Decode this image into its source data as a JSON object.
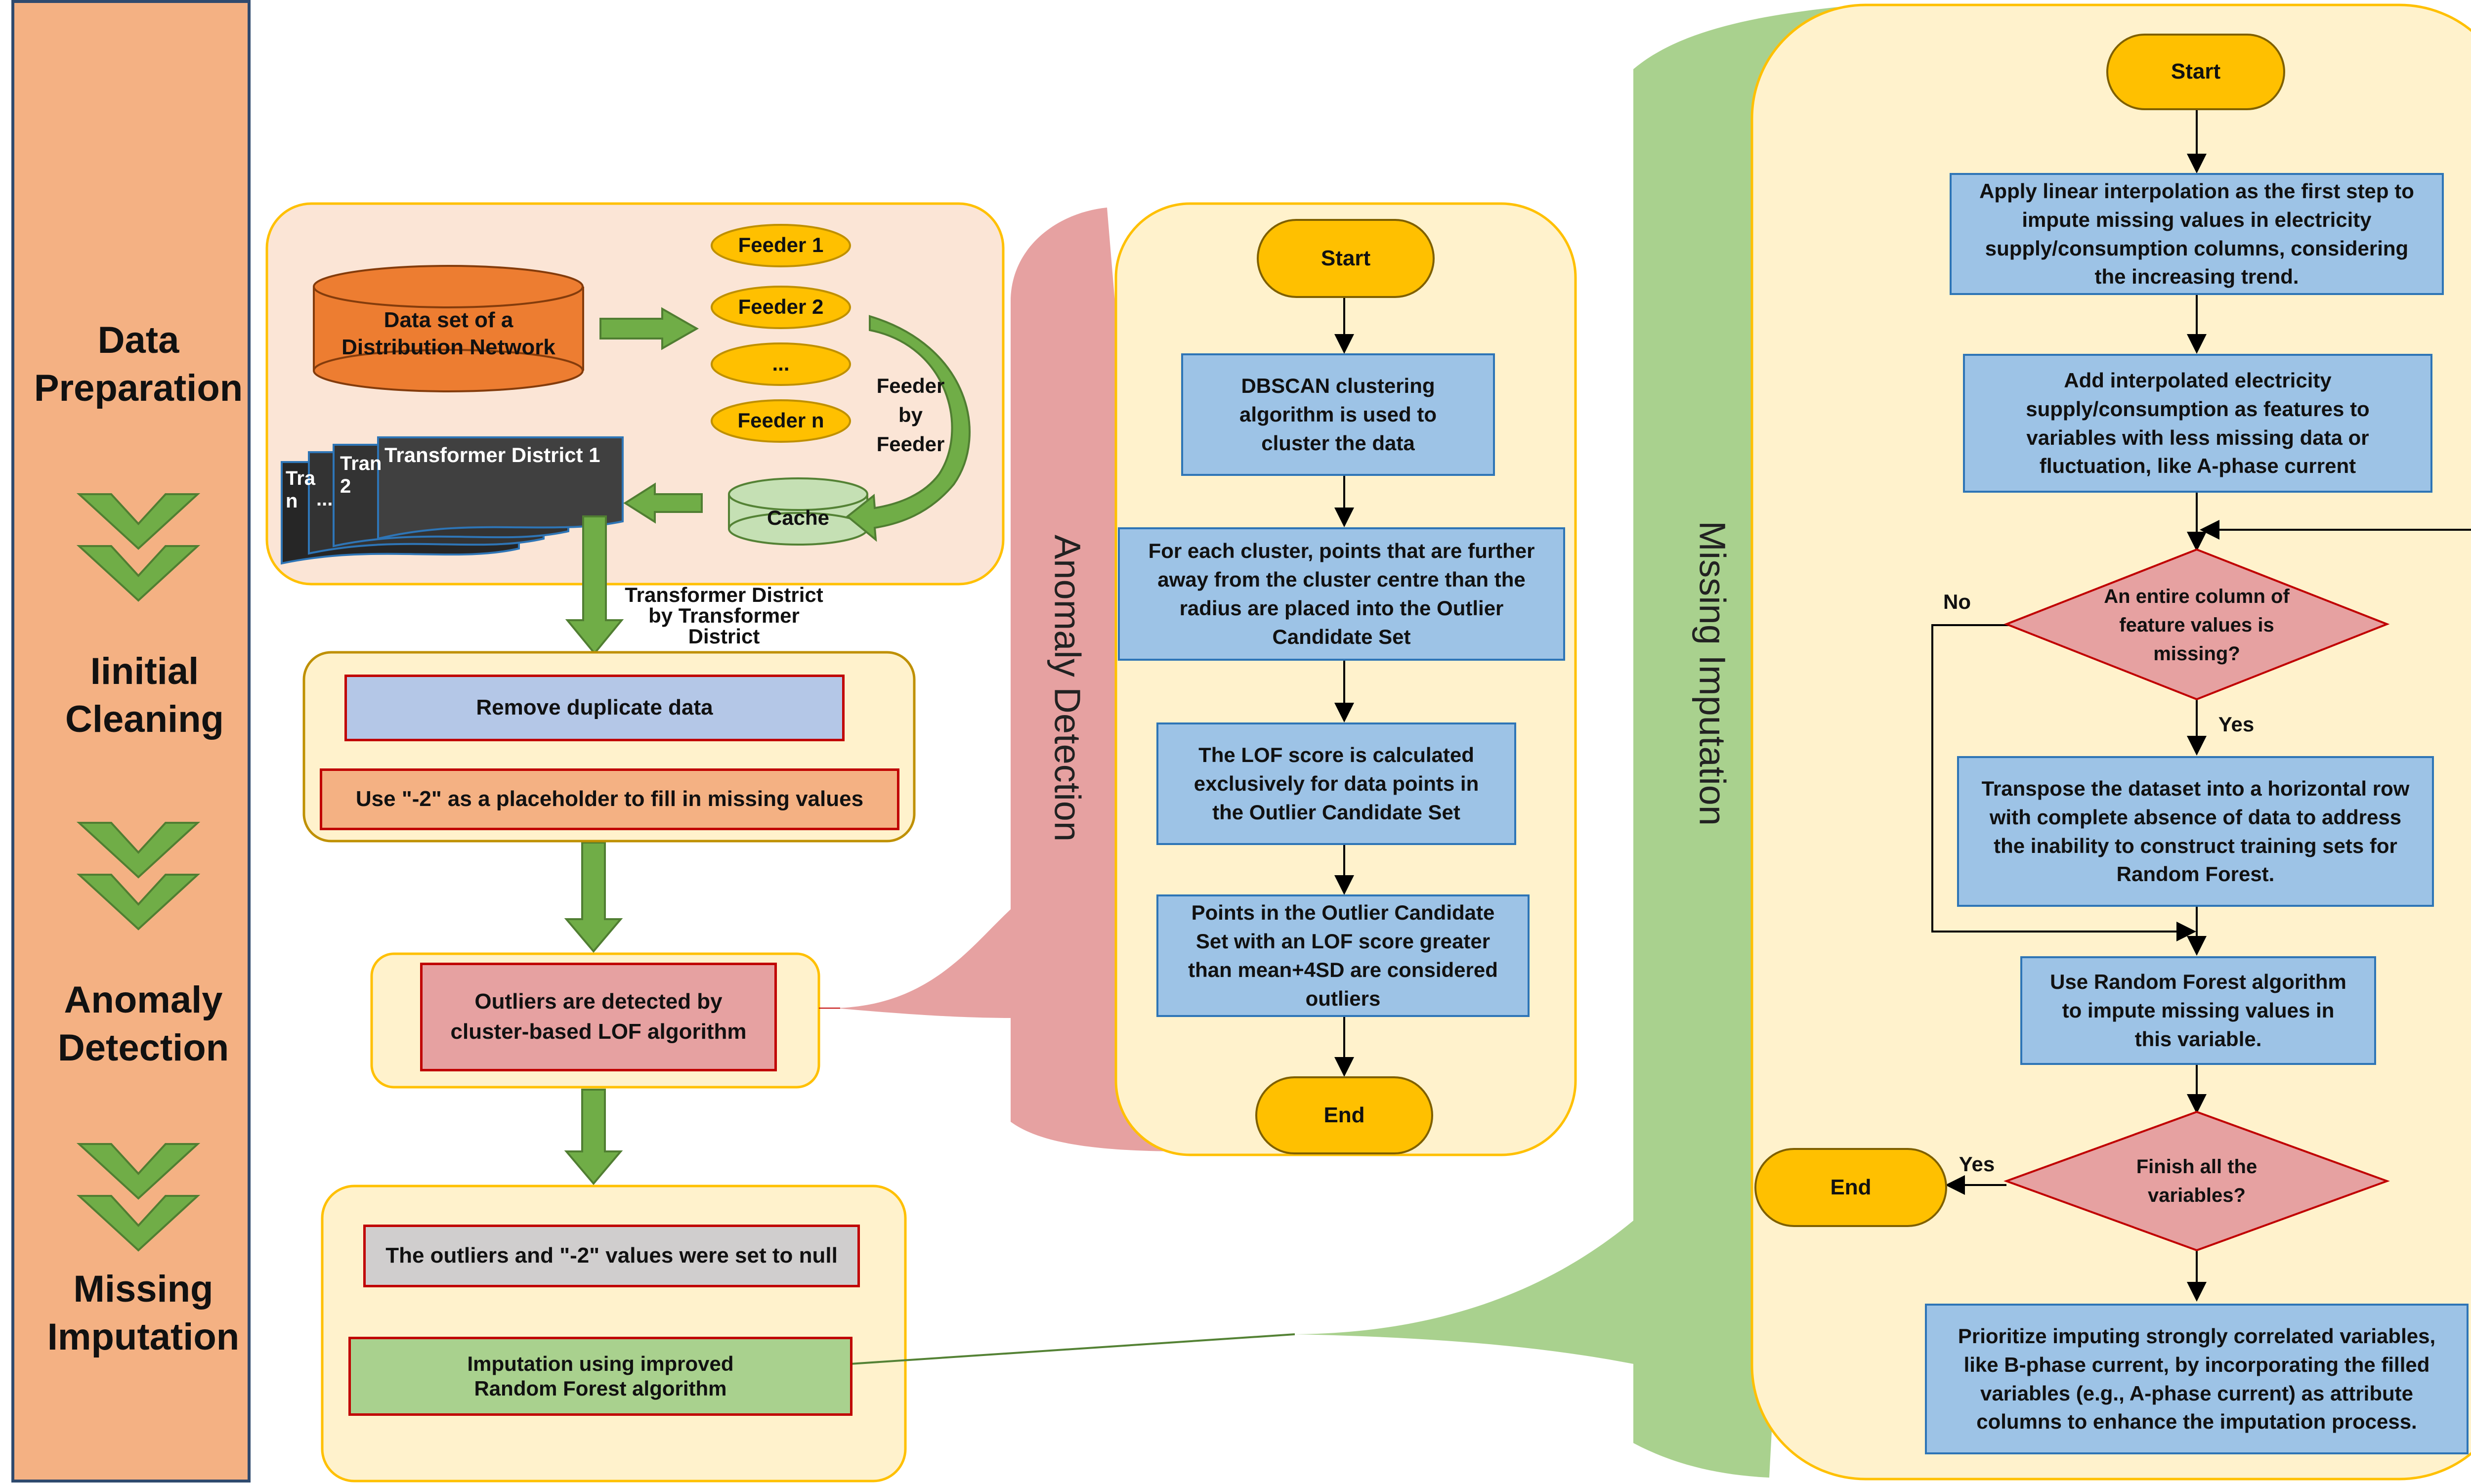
{
  "stages": {
    "data_preparation": "Data Preparation",
    "initial_cleaning": "Iinitial Cleaning",
    "anomaly_detection": "Anomaly Detection",
    "missing_imputation": "Missing Imputation"
  },
  "data_prep": {
    "dataset": "Data set of a Distribution Network",
    "feeders": [
      "Feeder 1",
      "Feeder 2",
      "...",
      "Feeder n"
    ],
    "feeder_by_feeder": "Feeder by Feeder",
    "cache": "Cache",
    "district_main": "Transformer District 1",
    "district_2": "Tran 2",
    "district_dots": "...",
    "district_n": "Tra n",
    "by_district": "Transformer District by Transformer District"
  },
  "cleaning": {
    "remove_duplicates": "Remove duplicate data",
    "placeholder": "Use \"-2\" as a placeholder to fill in missing values"
  },
  "anomaly": {
    "outliers": "Outliers are detected by cluster-based LOF algorithm",
    "section_title": "Anomaly Detection",
    "start": "Start",
    "dbscan": "DBSCAN clustering algorithm is used to cluster the data",
    "candidate": "For each cluster, points that are further away from the cluster centre than the radius are placed into the Outlier Candidate Set",
    "lof": "The LOF score is calculated exclusively for data points in the Outlier Candidate Set",
    "threshold": "Points in the Outlier Candidate Set with an LOF score greater than mean+4SD are considered outliers",
    "end": "End"
  },
  "imputation": {
    "set_null": "The outliers and \"-2\" values were set to null",
    "improved_rf": "Imputation using improved Random Forest algorithm",
    "section_title": "Missing Imputation",
    "start": "Start",
    "linear": "Apply linear interpolation as the first step to impute missing values in electricity supply/consumption columns, considering the increasing trend.",
    "add_features": "Add interpolated electricity supply/consumption as features to variables with less missing data or fluctuation, like A-phase current",
    "decision_column": "An entire column of feature values is missing?",
    "no": "No",
    "yes": "Yes",
    "transpose": "Transpose the dataset into a horizontal row with complete absence of data to address the inability to construct training sets for Random Forest.",
    "rf": "Use Random Forest algorithm to impute missing values in this variable.",
    "decision_finish": "Finish all the variables?",
    "yes_finish": "Yes",
    "end": "End",
    "prioritize": "Prioritize imputing strongly correlated variables, like B-phase current, by incorporating the filled variables (e.g., A-phase current) as attribute columns to enhance the imputation process."
  },
  "colors": {
    "sidebar": "#f4b183",
    "panel_yellow": "#fff2cc",
    "panel_peach": "#fbe5d6",
    "border_gold": "#ffc000",
    "arrow_green": "#70ad47",
    "process_blue": "#9dc3e6",
    "decision_pink": "#e6a1a1",
    "terminal": "#ffc000",
    "database_orange": "#ed7d31",
    "cache_green": "#c5e0b4",
    "district_dark": "#404040",
    "anomaly_fan": "#e6a1a1",
    "imputation_fan": "#a9d18e"
  }
}
